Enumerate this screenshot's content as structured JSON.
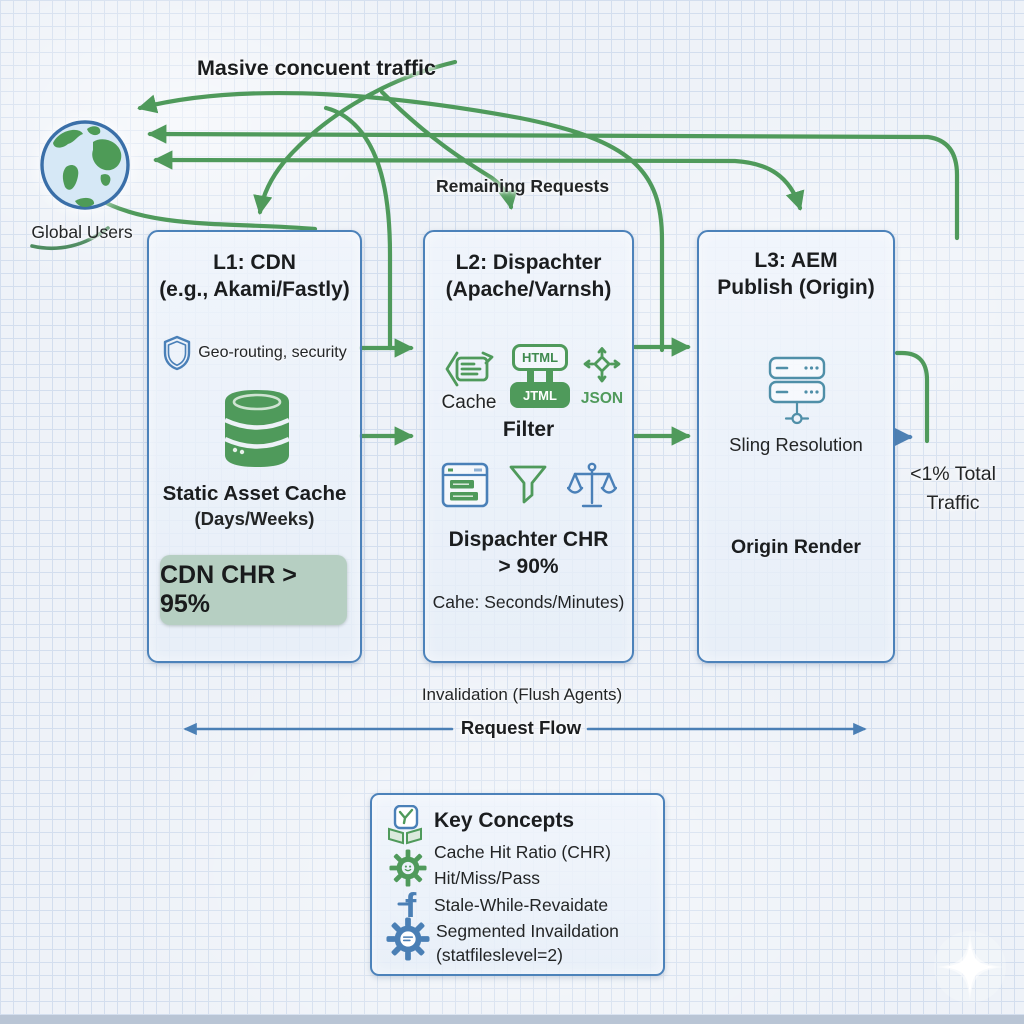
{
  "header": {
    "title": "Masive concuent traffic"
  },
  "globe": {
    "label": "Global Users"
  },
  "flow_labels": {
    "remaining_requests": "Remaining Requests",
    "total_traffic_line1": "<1% Total",
    "total_traffic_line2": "Traffic",
    "invalidation": "Invalidation (Flush Agents)",
    "request_flow": "Request Flow"
  },
  "layers": [
    {
      "title_line1": "L1: CDN",
      "title_line2": "(e.g., Akami/Fastly)",
      "features": {
        "geo": "Geo-routing, security",
        "cache_title": "Static Asset Cache",
        "cache_ttl": "(Days/Weeks)",
        "chr_badge": "CDN CHR > 95%"
      }
    },
    {
      "title_line1": "L2: Dispachter",
      "title_line2": "(Apache/Varnsh)",
      "features": {
        "cache_label": "Cache",
        "html_tag": "HTML",
        "jtml_tag": "JTML",
        "json_label": "JSON",
        "filter": "Filter",
        "chr_line1": "Dispachter CHR",
        "chr_line2": "> 90%",
        "ttl_note": "Cahe: Seconds/Minutes)"
      }
    },
    {
      "title_line1": "L3: AEM",
      "title_line2": "Publish (Origin)",
      "features": {
        "sling": "Sling Resolution",
        "origin": "Origin Render"
      }
    }
  ],
  "key_concepts": {
    "title": "Key Concepts",
    "items": [
      {
        "label": "Cache Hit Ratio (CHR)"
      },
      {
        "label": "Hit/Miss/Pass"
      },
      {
        "label": "Stale-While-Revaidate"
      },
      {
        "label": "Segmented Invaildation"
      },
      {
        "label": "(statfileslevel=2)"
      }
    ]
  },
  "icons": {
    "globe-icon": "world map globe",
    "shield-icon": "security shield",
    "database-icon": "static asset cache cylinder",
    "cache-card-icon": "cached page card",
    "html-jtml-icon": "HTML to JTML tag stack",
    "json-arrows-icon": "JSON fan-out arrows",
    "browser-window-icon": "cached browser window",
    "funnel-icon": "filter funnel",
    "scales-icon": "balance scales",
    "server-icon": "origin server stack",
    "book-icon": "key concepts book",
    "gear-green-icon": "hit miss pass gear",
    "f-icon": "stale-while-revalidate f",
    "gear-blue-icon": "segmented invalidation gear",
    "sparkle-icon": "watermark sparkle",
    "f_glyph": "f"
  },
  "colors": {
    "arrow_green": "#4f9a5b",
    "box_border_blue": "#4c82ba",
    "badge_green_bg": "#b6cfc2",
    "blue_accent": "#4a7fb5",
    "server_teal": "#4f8fa8",
    "background": "#eef2f8",
    "grid_line": "#d3deee"
  }
}
